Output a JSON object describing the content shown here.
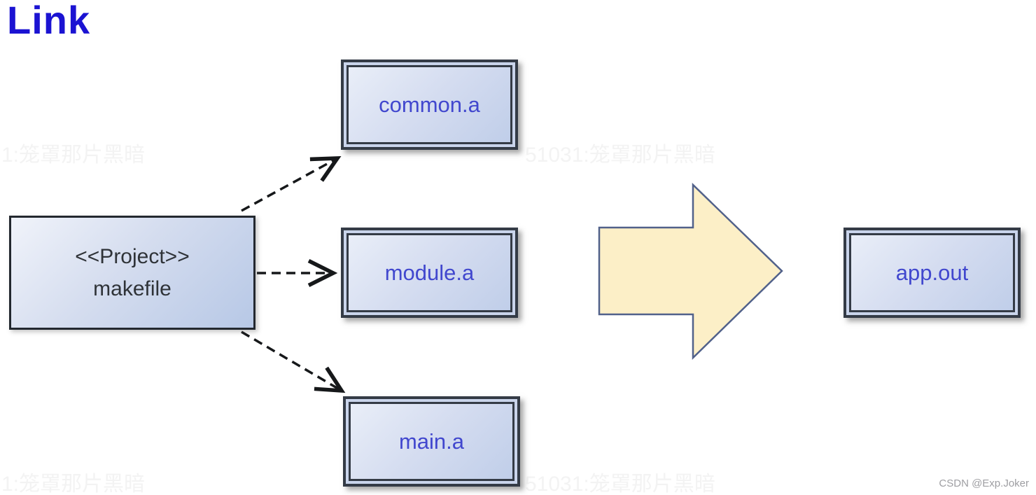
{
  "title": "Link",
  "diagram": {
    "project_box": {
      "stereotype": "<<Project>>",
      "name": "makefile"
    },
    "artifacts": [
      {
        "label": "common.a"
      },
      {
        "label": "module.a"
      },
      {
        "label": "main.a"
      }
    ],
    "output_box": {
      "label": "app.out"
    },
    "colors": {
      "title_blue": "#1b13d2",
      "label_blue": "#4147ce",
      "box_border": "#343b46",
      "box_fill_light": "#e9eef8",
      "box_fill_dark": "#b7c8e6",
      "block_arrow_fill": "#fcefc7",
      "block_arrow_stroke": "#51618a",
      "connector": "#16181a"
    }
  },
  "watermarks": {
    "faint_left": "1:笼罩那片黑暗",
    "faint_mid": "51031:笼罩那片黑暗",
    "credit": "CSDN @Exp.Joker"
  }
}
